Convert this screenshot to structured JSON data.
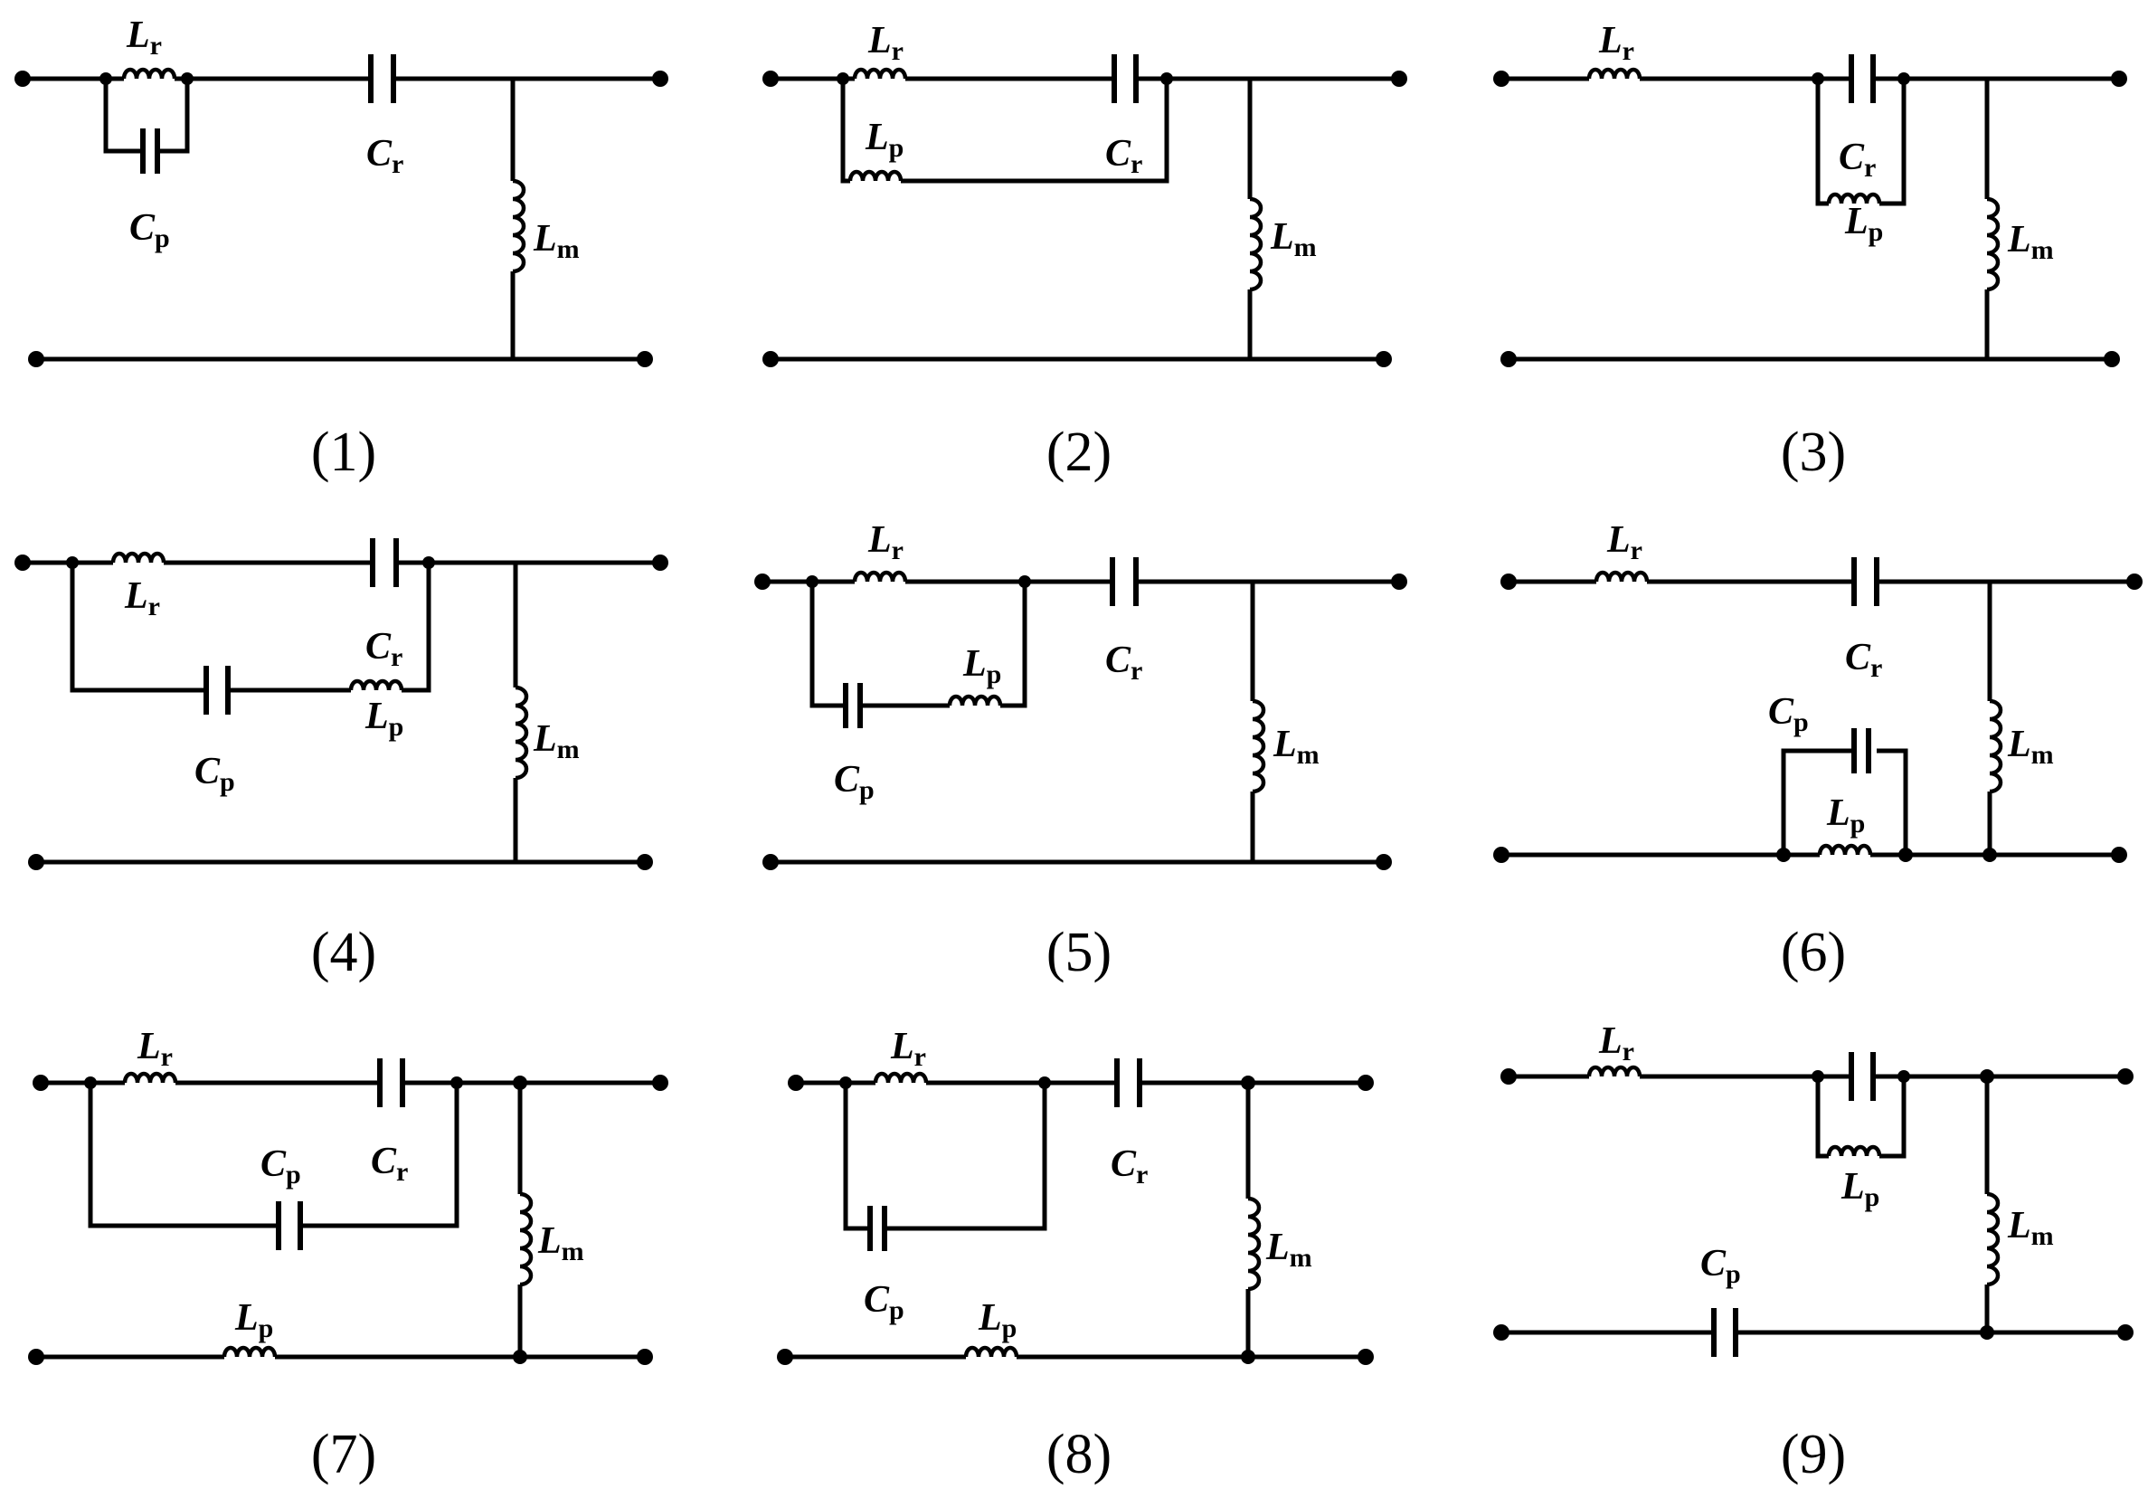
{
  "figure": {
    "panels": [
      {
        "caption": "(1)",
        "labels": [
          {
            "name": "L",
            "sub": "r"
          },
          {
            "name": "C",
            "sub": "p"
          },
          {
            "name": "C",
            "sub": "r"
          },
          {
            "name": "L",
            "sub": "m"
          }
        ]
      },
      {
        "caption": "(2)",
        "labels": [
          {
            "name": "L",
            "sub": "r"
          },
          {
            "name": "L",
            "sub": "p"
          },
          {
            "name": "C",
            "sub": "r"
          },
          {
            "name": "L",
            "sub": "m"
          }
        ]
      },
      {
        "caption": "(3)",
        "labels": [
          {
            "name": "L",
            "sub": "r"
          },
          {
            "name": "C",
            "sub": "r"
          },
          {
            "name": "L",
            "sub": "p"
          },
          {
            "name": "L",
            "sub": "m"
          }
        ]
      },
      {
        "caption": "(4)",
        "labels": [
          {
            "name": "L",
            "sub": "r"
          },
          {
            "name": "C",
            "sub": "r"
          },
          {
            "name": "L",
            "sub": "p"
          },
          {
            "name": "C",
            "sub": "p"
          },
          {
            "name": "L",
            "sub": "m"
          }
        ]
      },
      {
        "caption": "(5)",
        "labels": [
          {
            "name": "L",
            "sub": "r"
          },
          {
            "name": "L",
            "sub": "p"
          },
          {
            "name": "C",
            "sub": "r"
          },
          {
            "name": "C",
            "sub": "p"
          },
          {
            "name": "L",
            "sub": "m"
          }
        ]
      },
      {
        "caption": "(6)",
        "labels": [
          {
            "name": "L",
            "sub": "r"
          },
          {
            "name": "C",
            "sub": "r"
          },
          {
            "name": "C",
            "sub": "p"
          },
          {
            "name": "L",
            "sub": "p"
          },
          {
            "name": "L",
            "sub": "m"
          }
        ]
      },
      {
        "caption": "(7)",
        "labels": [
          {
            "name": "L",
            "sub": "r"
          },
          {
            "name": "C",
            "sub": "p"
          },
          {
            "name": "C",
            "sub": "r"
          },
          {
            "name": "L",
            "sub": "m"
          },
          {
            "name": "L",
            "sub": "p"
          }
        ]
      },
      {
        "caption": "(8)",
        "labels": [
          {
            "name": "L",
            "sub": "r"
          },
          {
            "name": "C",
            "sub": "r"
          },
          {
            "name": "L",
            "sub": "m"
          },
          {
            "name": "C",
            "sub": "p"
          },
          {
            "name": "L",
            "sub": "p"
          }
        ]
      },
      {
        "caption": "(9)",
        "labels": [
          {
            "name": "L",
            "sub": "r"
          },
          {
            "name": "L",
            "sub": "p"
          },
          {
            "name": "L",
            "sub": "m"
          },
          {
            "name": "C",
            "sub": "p"
          }
        ]
      }
    ]
  }
}
